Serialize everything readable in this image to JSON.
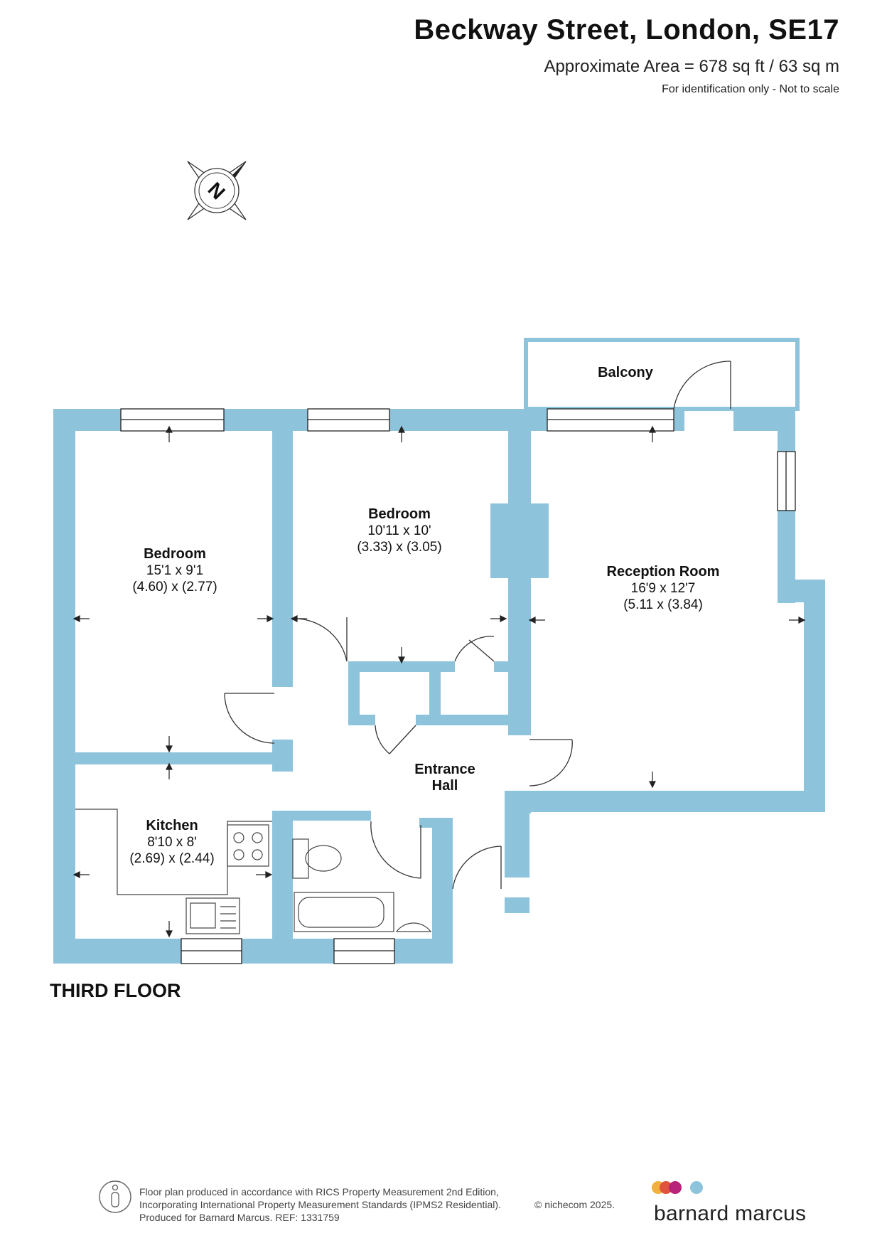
{
  "header": {
    "title": "Beckway Street, London, SE17",
    "area": "Approximate Area = 678 sq ft / 63 sq m",
    "identification": "For identification only - Not to scale"
  },
  "compass": {
    "letter": "N"
  },
  "rooms": {
    "bedroom1": {
      "name": "Bedroom",
      "dim_imperial": "15'1 x 9'1",
      "dim_metric": "(4.60) x (2.77)"
    },
    "bedroom2": {
      "name": "Bedroom",
      "dim_imperial": "10'11 x 10'",
      "dim_metric": "(3.33) x (3.05)"
    },
    "reception": {
      "name": "Reception Room",
      "dim_imperial": "16'9 x 12'7",
      "dim_metric": "(5.11 x (3.84)"
    },
    "kitchen": {
      "name": "Kitchen",
      "dim_imperial": "8'10 x 8'",
      "dim_metric": "(2.69) x (2.44)"
    },
    "entrance": {
      "name_line1": "Entrance",
      "name_line2": "Hall"
    },
    "balcony": {
      "name": "Balcony"
    }
  },
  "floor_label": "THIRD FLOOR",
  "footer": {
    "line1": "Floor plan produced in accordance with RICS Property Measurement 2nd Edition,",
    "line2": "Incorporating International Property Measurement Standards (IPMS2 Residential).",
    "line3": "Produced for Barnard Marcus.   REF:  1331759",
    "copyright": "© nichecom 2025.",
    "brand": "barnard marcus"
  },
  "colors": {
    "wall": "#8ec3dc",
    "brand_dots": [
      "#f2b13c",
      "#e0533c",
      "#b8237a",
      "#8ec3dc"
    ]
  }
}
